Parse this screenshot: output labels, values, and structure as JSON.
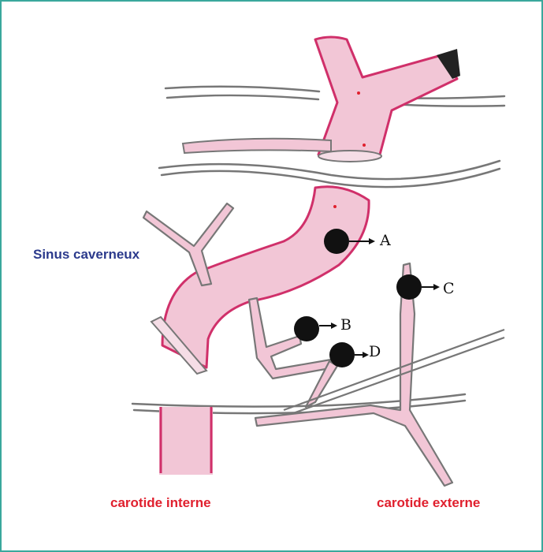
{
  "labels": {
    "sinus_caverneux": "Sinus caverneux",
    "carotide_interne": "carotide interne",
    "carotide_externe": "carotide externe"
  },
  "markers": {
    "a": "A",
    "b": "B",
    "c": "C",
    "d": "D"
  },
  "colors": {
    "frame": "#3aa89c",
    "vessel_fill": "#f2c6d6",
    "vessel_edge": "#d0306a",
    "outline": "#6a6a6a",
    "label_blue": "#2b3a8c",
    "label_red": "#e0202e"
  }
}
